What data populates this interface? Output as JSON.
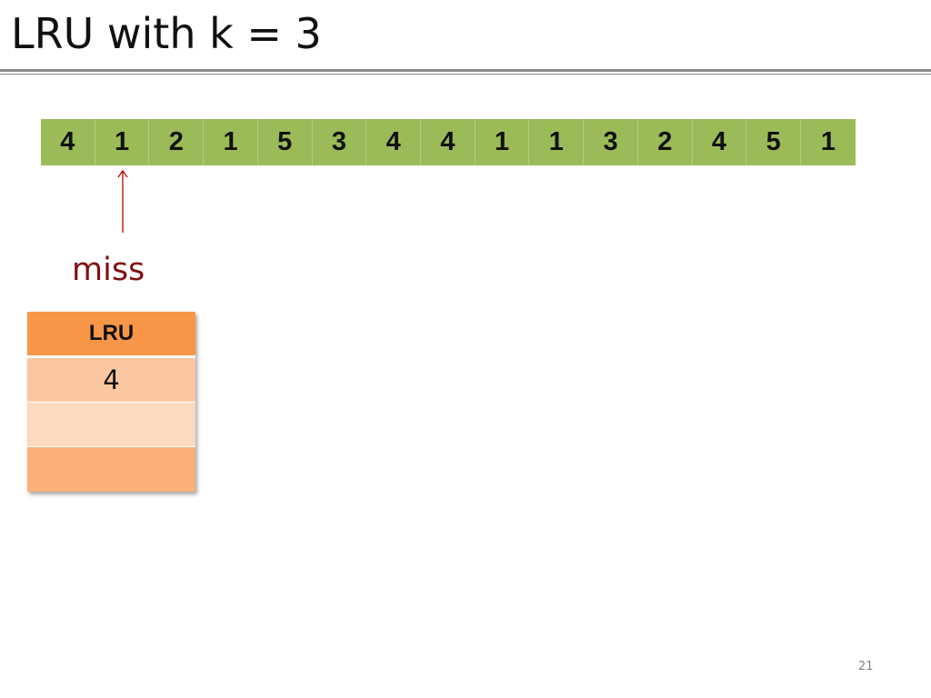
{
  "slide": {
    "title": "LRU with k = 3",
    "page_number": "21"
  },
  "sequence": [
    "4",
    "1",
    "2",
    "1",
    "5",
    "3",
    "4",
    "4",
    "1",
    "1",
    "3",
    "2",
    "4",
    "5",
    "1"
  ],
  "pointer": {
    "index": 1,
    "label": "miss"
  },
  "cache": {
    "header": "LRU",
    "slots": [
      "4",
      "",
      ""
    ]
  },
  "colors": {
    "sequence_fill": "#9bbb59",
    "cache_header": "#f79646",
    "miss_text": "#7f1010",
    "arrow": "#c00000"
  }
}
